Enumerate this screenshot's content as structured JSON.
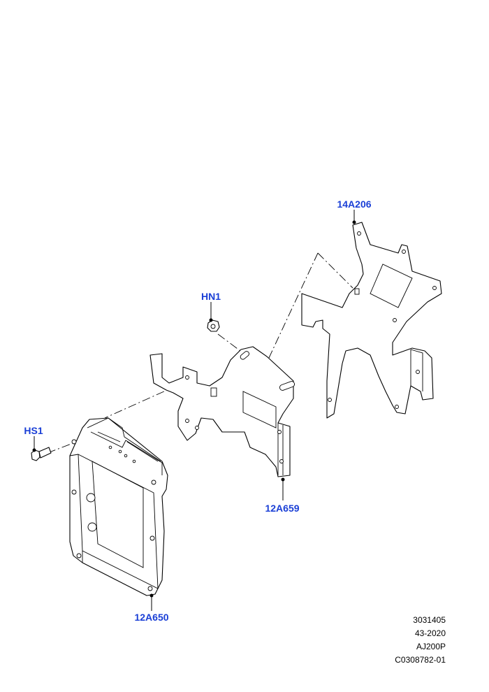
{
  "colors": {
    "callout": "#1a3fd6",
    "line": "#000000",
    "background": "#ffffff"
  },
  "callouts": [
    {
      "id": "14a206",
      "label": "14A206"
    },
    {
      "id": "hn1",
      "label": "HN1"
    },
    {
      "id": "hs1",
      "label": "HS1"
    },
    {
      "id": "12a659",
      "label": "12A659"
    },
    {
      "id": "12a650",
      "label": "12A650"
    }
  ],
  "reference": {
    "line1": "3031405",
    "line2": "43-2020",
    "line3": "AJ200P",
    "line4": "C0308782-01"
  }
}
